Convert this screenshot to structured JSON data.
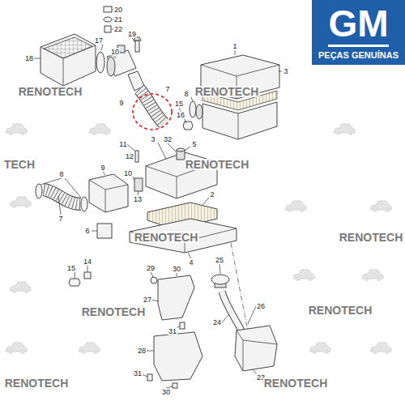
{
  "diagram": {
    "nodes": [
      {
        "text": [
          "GM",
          "PEÇAS GENUÍNAS"
        ]
      }
    ],
    "labels": [
      "20",
      "21",
      "22",
      "17",
      "19",
      "10",
      "18",
      "RENOTECH",
      "1",
      "3",
      "RENOTECH",
      "7",
      "8",
      "9",
      "15",
      "16",
      "11",
      "3",
      "32",
      "5",
      "12",
      "TECH",
      "RENOTECH",
      "8",
      "9",
      "10",
      "13",
      "2",
      "7",
      "6",
      "RENOTECH",
      "RENOTECH",
      "4",
      "14",
      "25",
      "15",
      "29",
      "30",
      "27",
      "26",
      "RENOTECH",
      "RENOTECH",
      "24",
      "31",
      "28",
      "31",
      "23",
      "RENOTECH",
      "RENOTECH",
      "30"
    ]
  }
}
